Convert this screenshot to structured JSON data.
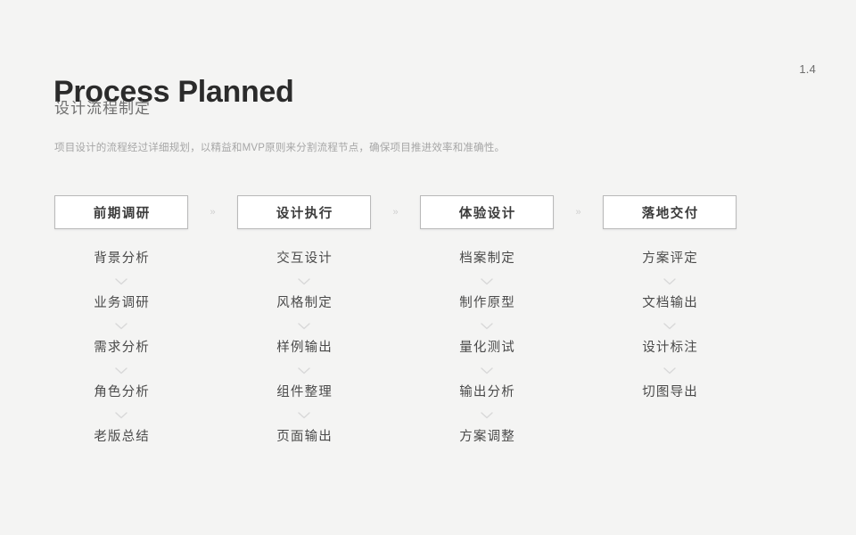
{
  "slide": {
    "page_number": "1.4",
    "title": "Process Planned",
    "subtitle": "设计流程制定",
    "description": "项目设计的流程经过详细规划，以精益和MVP原则来分割流程节点，确保项目推进效率和准确性。",
    "arrow_glyph": "»",
    "colors": {
      "background": "#f4f4f3",
      "title": "#2b2b2b",
      "subtitle": "#6f6f6f",
      "description": "#a6a6a6",
      "box_border": "#b9b9b9",
      "box_fill": "#ffffff",
      "task_text": "#4a4a4a",
      "chevron": "#d8d8d8",
      "page_number": "#6d6d6d"
    }
  },
  "phases": [
    {
      "label": "前期调研",
      "tasks": [
        "背景分析",
        "业务调研",
        "需求分析",
        "角色分析",
        "老版总结"
      ]
    },
    {
      "label": "设计执行",
      "tasks": [
        "交互设计",
        "风格制定",
        "样例输出",
        "组件整理",
        "页面输出"
      ]
    },
    {
      "label": "体验设计",
      "tasks": [
        "档案制定",
        "制作原型",
        "量化测试",
        "输出分析",
        "方案调整"
      ]
    },
    {
      "label": "落地交付",
      "tasks": [
        "方案评定",
        "文档输出",
        "设计标注",
        "切图导出"
      ]
    }
  ]
}
